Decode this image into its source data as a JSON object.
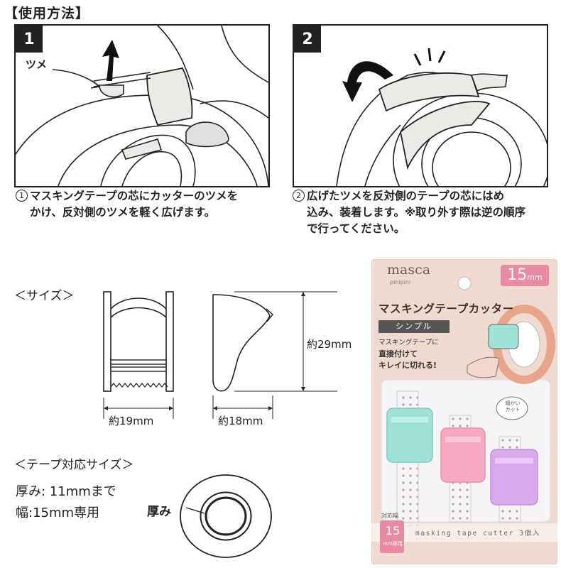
{
  "usage": {
    "heading": "【使用方法】",
    "step1": {
      "number": "1",
      "callout": "ツメ",
      "num_mark": "1",
      "caption_line1": "マスキングテープの芯にカッターのツメを",
      "caption_line2": "かけ、反対側のツメを軽く広げます。"
    },
    "step2": {
      "number": "2",
      "num_mark": "2",
      "caption_line1": "広げたツメを反対側のテープの芯にはめ",
      "caption_line2": "込み、装着します。※取り外す際は逆の順序",
      "caption_line3": "で行ってください。"
    }
  },
  "size": {
    "heading": "＜サイズ＞",
    "width_label": "約19mm",
    "depth_label": "約18mm",
    "height_label": "約29mm"
  },
  "tape_size": {
    "heading": "＜テープ対応サイズ＞",
    "thickness_line": "厚み: 11mmまで",
    "width_line": "幅:15mm専用",
    "thickness_callout": "厚み"
  },
  "package": {
    "brand": "masca",
    "brand_sub": "pinipini",
    "size_badge_num": "15",
    "size_badge_unit": "mm",
    "title": "マスキングテープカッター",
    "variant": "シンプル",
    "bullet_line1": "マスキングテープに",
    "bullet_line2": "直接付けて",
    "bullet_line3": "キレイに切れる!",
    "bubble_line1": "細かい",
    "bubble_line2": "カット",
    "compat_label": "対応幅",
    "compat_num": "15",
    "compat_unit": "mm専用",
    "footer": "masking tape cutter 3個入",
    "colors": {
      "card": "#eedad0",
      "teal": "#9fe3d8",
      "pink": "#f6a9c1",
      "purple": "#d8aaee",
      "badge": "#e98aa5"
    }
  }
}
